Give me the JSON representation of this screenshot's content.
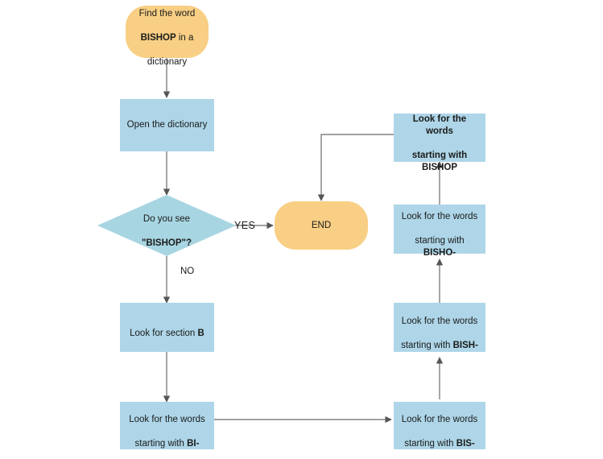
{
  "diagram": {
    "title": "Dictionary lookup flowchart",
    "type": "flowchart",
    "colors": {
      "process_fill": "#aed6e8",
      "decision_fill": "#a8d5e2",
      "terminator_fill": "#f8cf84",
      "edge_stroke": "#6b6b6b",
      "text": "#1a1a1a",
      "background": "#ffffff"
    },
    "nodes": {
      "start": {
        "shape": "terminator",
        "label": "Find the word\nBISHOP in a\ndictionary",
        "label_plain_prefix": "Find the word ",
        "label_bold": "BISHOP",
        "label_plain_suffix": " in a dictionary"
      },
      "open_dictionary": {
        "shape": "process",
        "label": "Open the dictionary"
      },
      "decision": {
        "shape": "decision",
        "label": "Do you see\n\"BISHOP\"?",
        "label_line1": "Do you see",
        "label_line2": "\"BISHOP\"?"
      },
      "end": {
        "shape": "terminator",
        "label": "END"
      },
      "look_section_b": {
        "shape": "process",
        "label_plain": "Look for section ",
        "label_bold": "B"
      },
      "words_bi": {
        "shape": "process",
        "label_line1": "Look for the words",
        "label_line2_plain": "starting with ",
        "label_line2_bold": "BI-"
      },
      "words_bis": {
        "shape": "process",
        "label_line1": "Look for the words",
        "label_line2_plain": "starting with ",
        "label_line2_bold": "BIS-"
      },
      "words_bish": {
        "shape": "process",
        "label_line1": "Look for the words",
        "label_line2_plain": "starting with ",
        "label_line2_bold": "BISH-"
      },
      "words_bisho": {
        "shape": "process",
        "label_line1": "Look for the words",
        "label_line2_plain": "starting with ",
        "label_line2_bold": "BISHO-"
      },
      "words_bishop": {
        "shape": "process",
        "label_line1": "Look for the words",
        "label_line2": "starting with BISHOP",
        "bold": true
      }
    },
    "edge_labels": {
      "yes": "YES",
      "no": "NO"
    },
    "edges": [
      {
        "from": "start",
        "to": "open_dictionary",
        "label": ""
      },
      {
        "from": "open_dictionary",
        "to": "decision",
        "label": ""
      },
      {
        "from": "decision",
        "to": "end",
        "label": "YES"
      },
      {
        "from": "decision",
        "to": "look_section_b",
        "label": "NO"
      },
      {
        "from": "look_section_b",
        "to": "words_bi",
        "label": ""
      },
      {
        "from": "words_bi",
        "to": "words_bis",
        "label": ""
      },
      {
        "from": "words_bis",
        "to": "words_bish",
        "label": ""
      },
      {
        "from": "words_bish",
        "to": "words_bisho",
        "label": ""
      },
      {
        "from": "words_bisho",
        "to": "words_bishop",
        "label": ""
      },
      {
        "from": "words_bishop",
        "to": "end",
        "label": ""
      }
    ]
  }
}
